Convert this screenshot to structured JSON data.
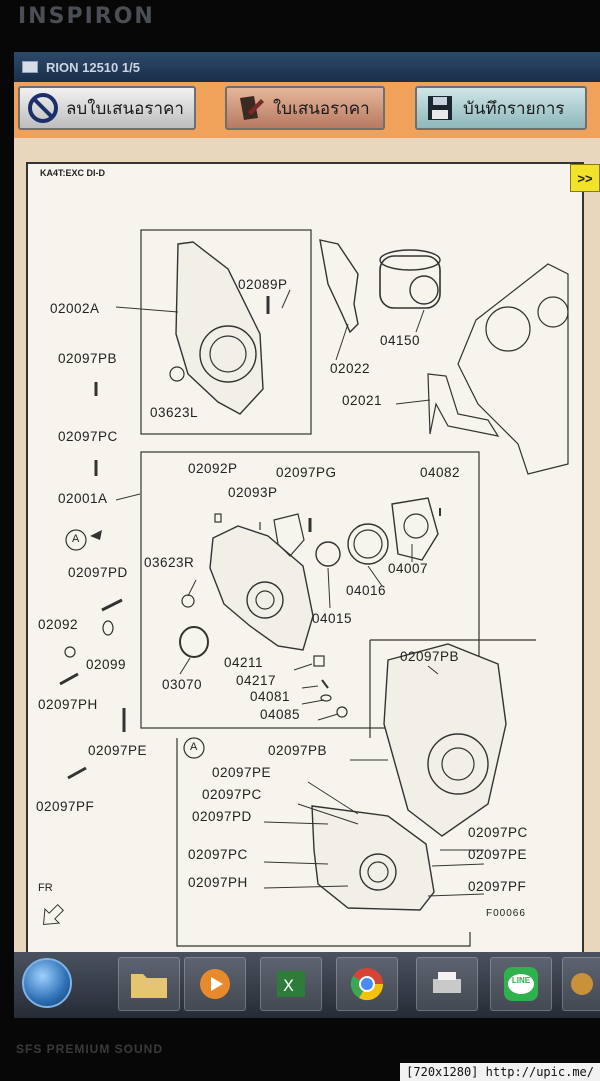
{
  "bezel": {
    "brand": "INSPIRON"
  },
  "window": {
    "title": "RION 12510 1/5"
  },
  "toolbar": {
    "delete_quote_label": "ลบใบเสนอราคา",
    "quote_label": "ใบเสนอราคา",
    "save_label": "บันทึกรายการ"
  },
  "viewer": {
    "model_code": "KA4T:EXC DI-D",
    "next_label": ">>",
    "figure_code": "F00066",
    "front_label": "FR",
    "view_marker": "A",
    "callouts": [
      "02002A",
      "02089P",
      "02097PB",
      "03623L",
      "02097PC",
      "02022",
      "04150",
      "02021",
      "02001A",
      "02092P",
      "02097PG",
      "04082",
      "02093P",
      "03623R",
      "04007",
      "04016",
      "02097PD",
      "04015",
      "02092",
      "02099",
      "04211",
      "03070",
      "04217",
      "02097PH",
      "04081",
      "04085",
      "02097PE",
      "02097PF",
      "02097PB",
      "02097PB",
      "02097PE",
      "02097PC",
      "02097PD",
      "02097PC",
      "02097PE",
      "02097PC",
      "02097PH",
      "02097PF"
    ]
  },
  "taskbar": {
    "apps": [
      "folder-icon",
      "media-player-icon",
      "excel-icon",
      "chrome-icon",
      "printer-icon",
      "line-icon",
      "app-icon"
    ],
    "line_label": "LINE"
  },
  "bottom_brand": "SFS PREMIUM SOUND",
  "watermark": "[720x1280] http://upic.me/"
}
